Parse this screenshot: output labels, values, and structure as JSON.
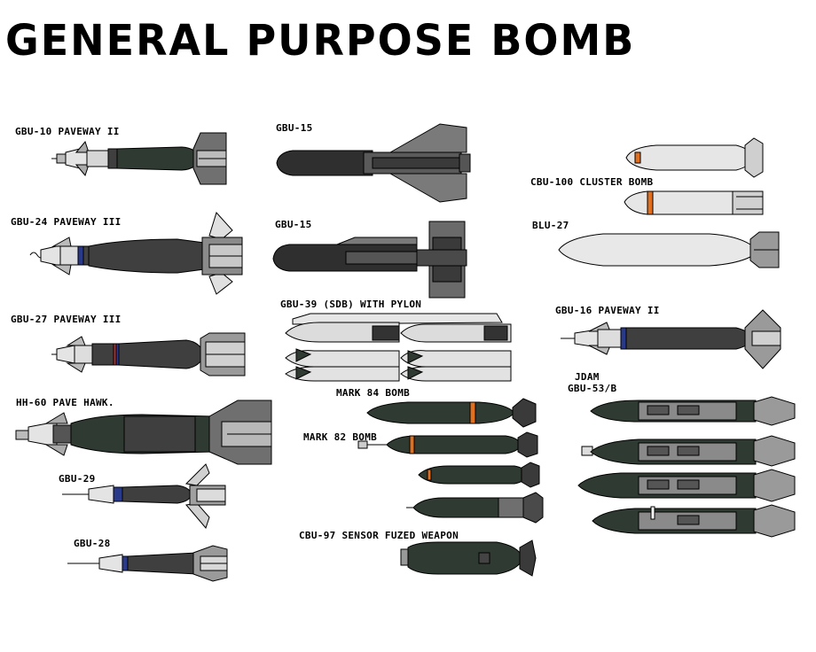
{
  "title": "GENERAL PURPOSE BOMB",
  "labels": {
    "gbu10": "GBU-10 PAVEWAY II",
    "gbu24": "GBU-24 PAVEWAY III",
    "gbu27": "GBU-27 PAVEWAY III",
    "hh60": "HH-60 PAVE HAWK.",
    "gbu29": "GBU-29",
    "gbu28": "GBU-28",
    "gbu15a": "GBU-15",
    "gbu15b": "GBU-15",
    "gbu39": "GBU-39 (SDB) WITH PYLON",
    "mark84": "MARK 84 BOMB",
    "mark82": "MARK 82 BOMB",
    "cbu97": "CBU-97 SENSOR FUZED WEAPON",
    "cbu100": "CBU-100 CLUSTER BOMB",
    "blu27": "BLU-27",
    "gbu16": "GBU-16 PAVEWAY II",
    "jdam1": "JDAM",
    "jdam2": "GBU-53/B"
  },
  "colors": {
    "body_dark": "#2f3a32",
    "body_grey": "#3f3f3f",
    "fin_grey": "#8a8a8a",
    "fin_light": "#c0c0c0",
    "silver": "#e4e4e4",
    "orange_band": "#e07020",
    "blue_band": "#2a3a8a"
  }
}
